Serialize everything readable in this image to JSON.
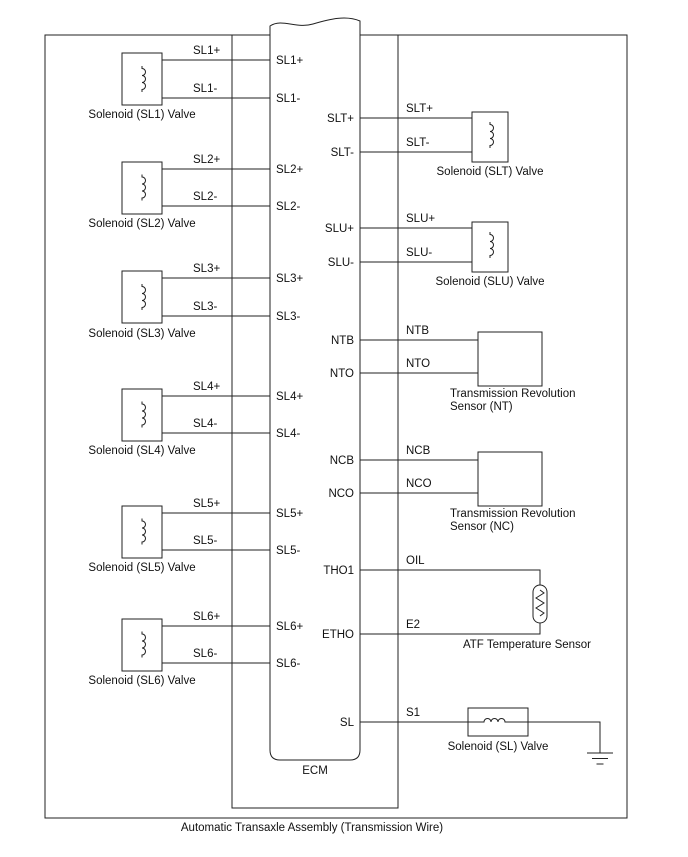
{
  "diagram": {
    "ecm_label": "ECM",
    "assembly_label": "Automatic Transaxle Assembly (Transmission Wire)",
    "line_color": "#222222",
    "background": "#ffffff"
  },
  "left_solenoids": [
    {
      "plus_label": "SL1+",
      "minus_label": "SL1-",
      "caption": "Solenoid (SL1) Valve"
    },
    {
      "plus_label": "SL2+",
      "minus_label": "SL2-",
      "caption": "Solenoid (SL2) Valve"
    },
    {
      "plus_label": "SL3+",
      "minus_label": "SL3-",
      "caption": "Solenoid (SL3) Valve"
    },
    {
      "plus_label": "SL4+",
      "minus_label": "SL4-",
      "caption": "Solenoid (SL4) Valve"
    },
    {
      "plus_label": "SL5+",
      "minus_label": "SL5-",
      "caption": "Solenoid (SL5) Valve"
    },
    {
      "plus_label": "SL6+",
      "minus_label": "SL6-",
      "caption": "Solenoid (SL6) Valve"
    }
  ],
  "right_components": {
    "slt": {
      "plus_label": "SLT+",
      "minus_label": "SLT-",
      "caption": "Solenoid (SLT) Valve"
    },
    "slu": {
      "plus_label": "SLU+",
      "minus_label": "SLU-",
      "caption": "Solenoid (SLU) Valve"
    },
    "nt": {
      "top_label": "NTB",
      "bottom_label": "NTO",
      "caption_line1": "Transmission Revolution",
      "caption_line2": "Sensor (NT)"
    },
    "nc": {
      "top_label": "NCB",
      "bottom_label": "NCO",
      "caption_line1": "Transmission Revolution",
      "caption_line2": "Sensor (NC)"
    },
    "atf": {
      "pin_top": "THO1",
      "wire_top": "OIL",
      "pin_bottom": "ETHO",
      "wire_bottom": "E2",
      "caption": "ATF Temperature Sensor"
    },
    "sl": {
      "pin_label": "SL",
      "wire_label": "S1",
      "caption": "Solenoid (SL) Valve"
    }
  }
}
